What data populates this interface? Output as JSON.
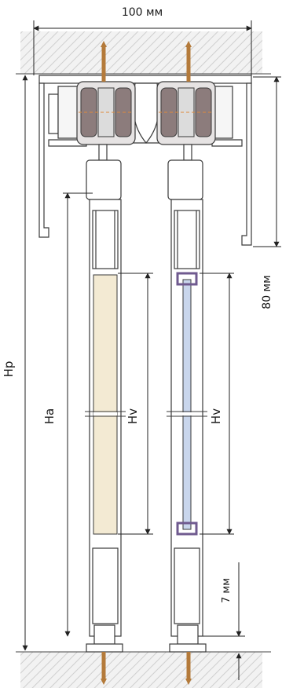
{
  "labels": {
    "width_top": "100 мм",
    "hp": "Hp",
    "ha": "Ha",
    "hv_left": "Hv",
    "hv_right": "Hv",
    "rail_height": "80 мм",
    "bottom_gap": "7 мм"
  },
  "colors": {
    "hatch": "#d0d0d0",
    "profile_stroke": "#3a3a3a",
    "roller": "#8c7c7c",
    "panel_left": "#f3ead3",
    "panel_right": "#c9d6ec",
    "seal": "#6f5a8f",
    "screw": "#b47a3a",
    "axis": "#e08a3a"
  },
  "icons": {
    "top_fixture": "screw-icon",
    "bottom_fixture": "screw-icon"
  }
}
